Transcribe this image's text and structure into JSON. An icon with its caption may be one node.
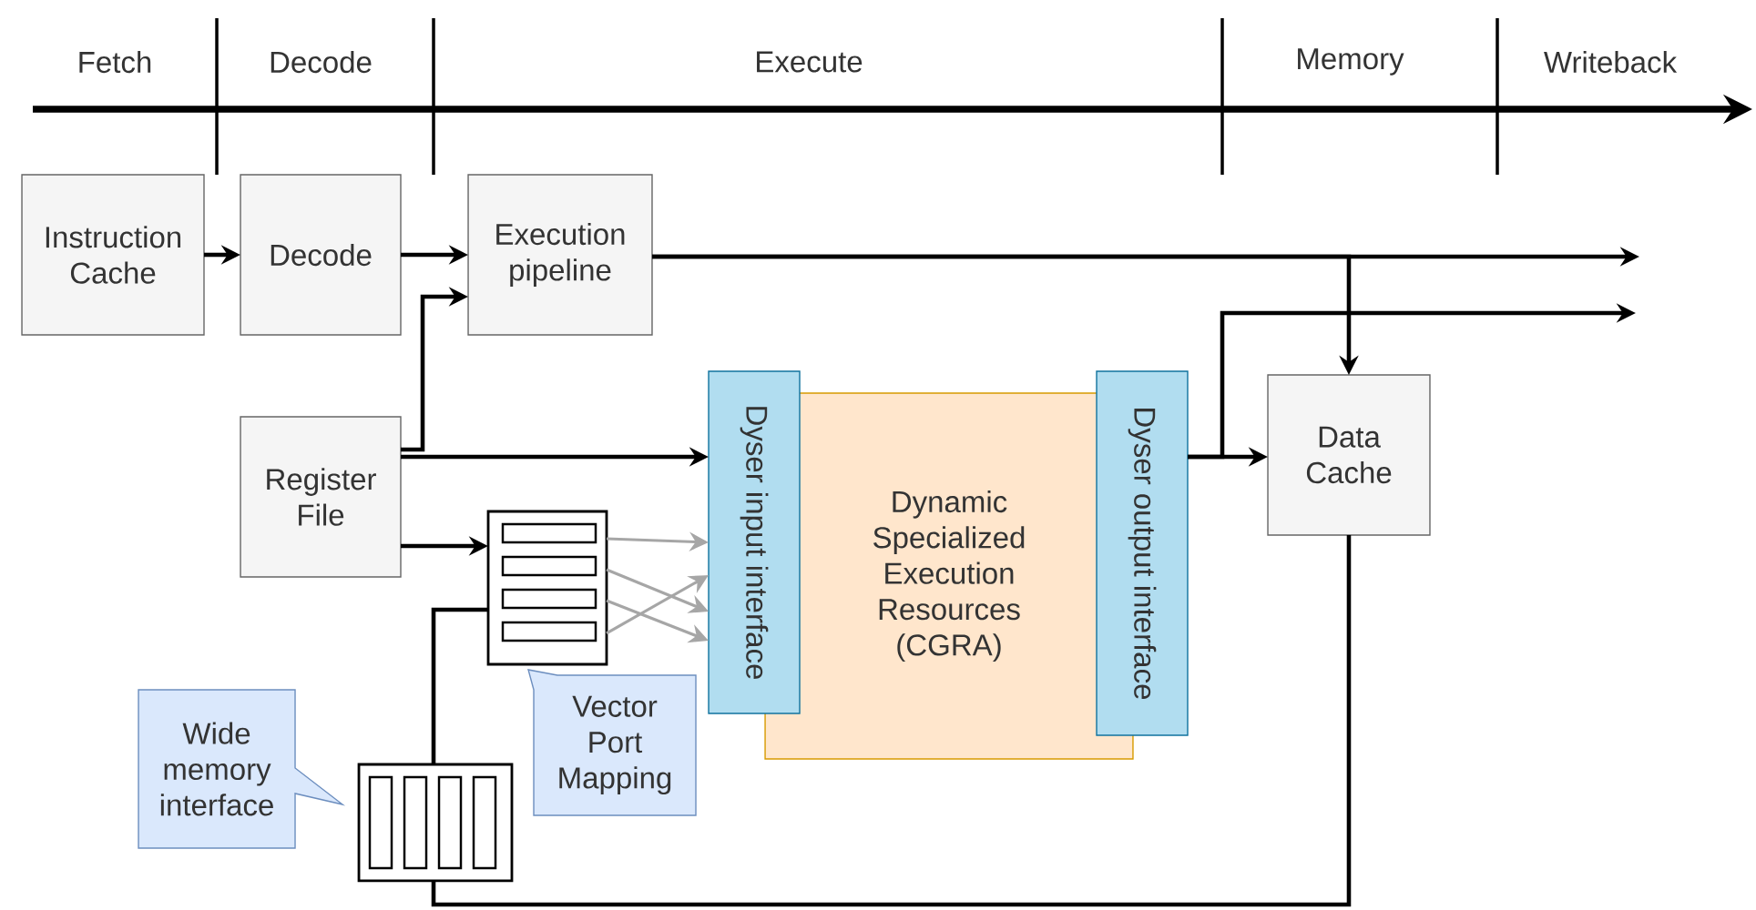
{
  "diagram": {
    "nodes": [
      {
        "text": [
          "Instruction Cache"
        ]
      },
      {
        "text": [
          "Decode"
        ]
      },
      {
        "text": [
          "Execution pipeline"
        ]
      },
      {
        "text": [
          "Register File"
        ]
      },
      {
        "text": [],
        "shape": "box"
      },
      {
        "text": [
          "Dyser input interface"
        ]
      },
      {
        "text": [
          "Dynamic Specialized Execution Resources (CGRA)"
        ]
      },
      {
        "text": [
          "Dyser output interface"
        ]
      },
      {
        "text": [
          "Data Cache"
        ]
      },
      {
        "text": [],
        "shape": "box"
      },
      {
        "text": [
          "Wide memory interface"
        ]
      },
      {
        "text": [
          "Vector Port Mapping"
        ]
      }
    ],
    "edges": [
      {
        "from": 0,
        "to": 1,
        "arrow": "to"
      },
      {
        "from": 1,
        "to": 2,
        "arrow": "to"
      },
      {
        "from": 3,
        "to": 2,
        "arrow": "to"
      },
      {
        "from": 3,
        "to": 5,
        "arrow": "to"
      },
      {
        "from": 3,
        "to": 4,
        "arrow": "to"
      },
      {
        "from": 4,
        "to": 5,
        "arrow": "to",
        "color": "#a6a6a6"
      },
      {
        "from": 4,
        "to": 5,
        "arrow": "to",
        "color": "#a6a6a6"
      },
      {
        "from": 4,
        "to": 5,
        "arrow": "to",
        "color": "#a6a6a6"
      },
      {
        "from": 4,
        "to": 5,
        "arrow": "to",
        "color": "#a6a6a6"
      },
      {
        "from": 2,
        "to": null,
        "arrow": "to"
      },
      {
        "from": 2,
        "to": 8,
        "arrow": "to"
      },
      {
        "from": 7,
        "to": 8,
        "arrow": "to"
      },
      {
        "from": 7,
        "to": null,
        "arrow": "to"
      },
      {
        "from": 9,
        "to": 4,
        "arrow": "none"
      },
      {
        "from": 8,
        "to": 9,
        "arrow": "none"
      }
    ],
    "labels": [
      "Fetch",
      "Decode",
      "Execute",
      "Memory",
      "Writeback"
    ]
  }
}
